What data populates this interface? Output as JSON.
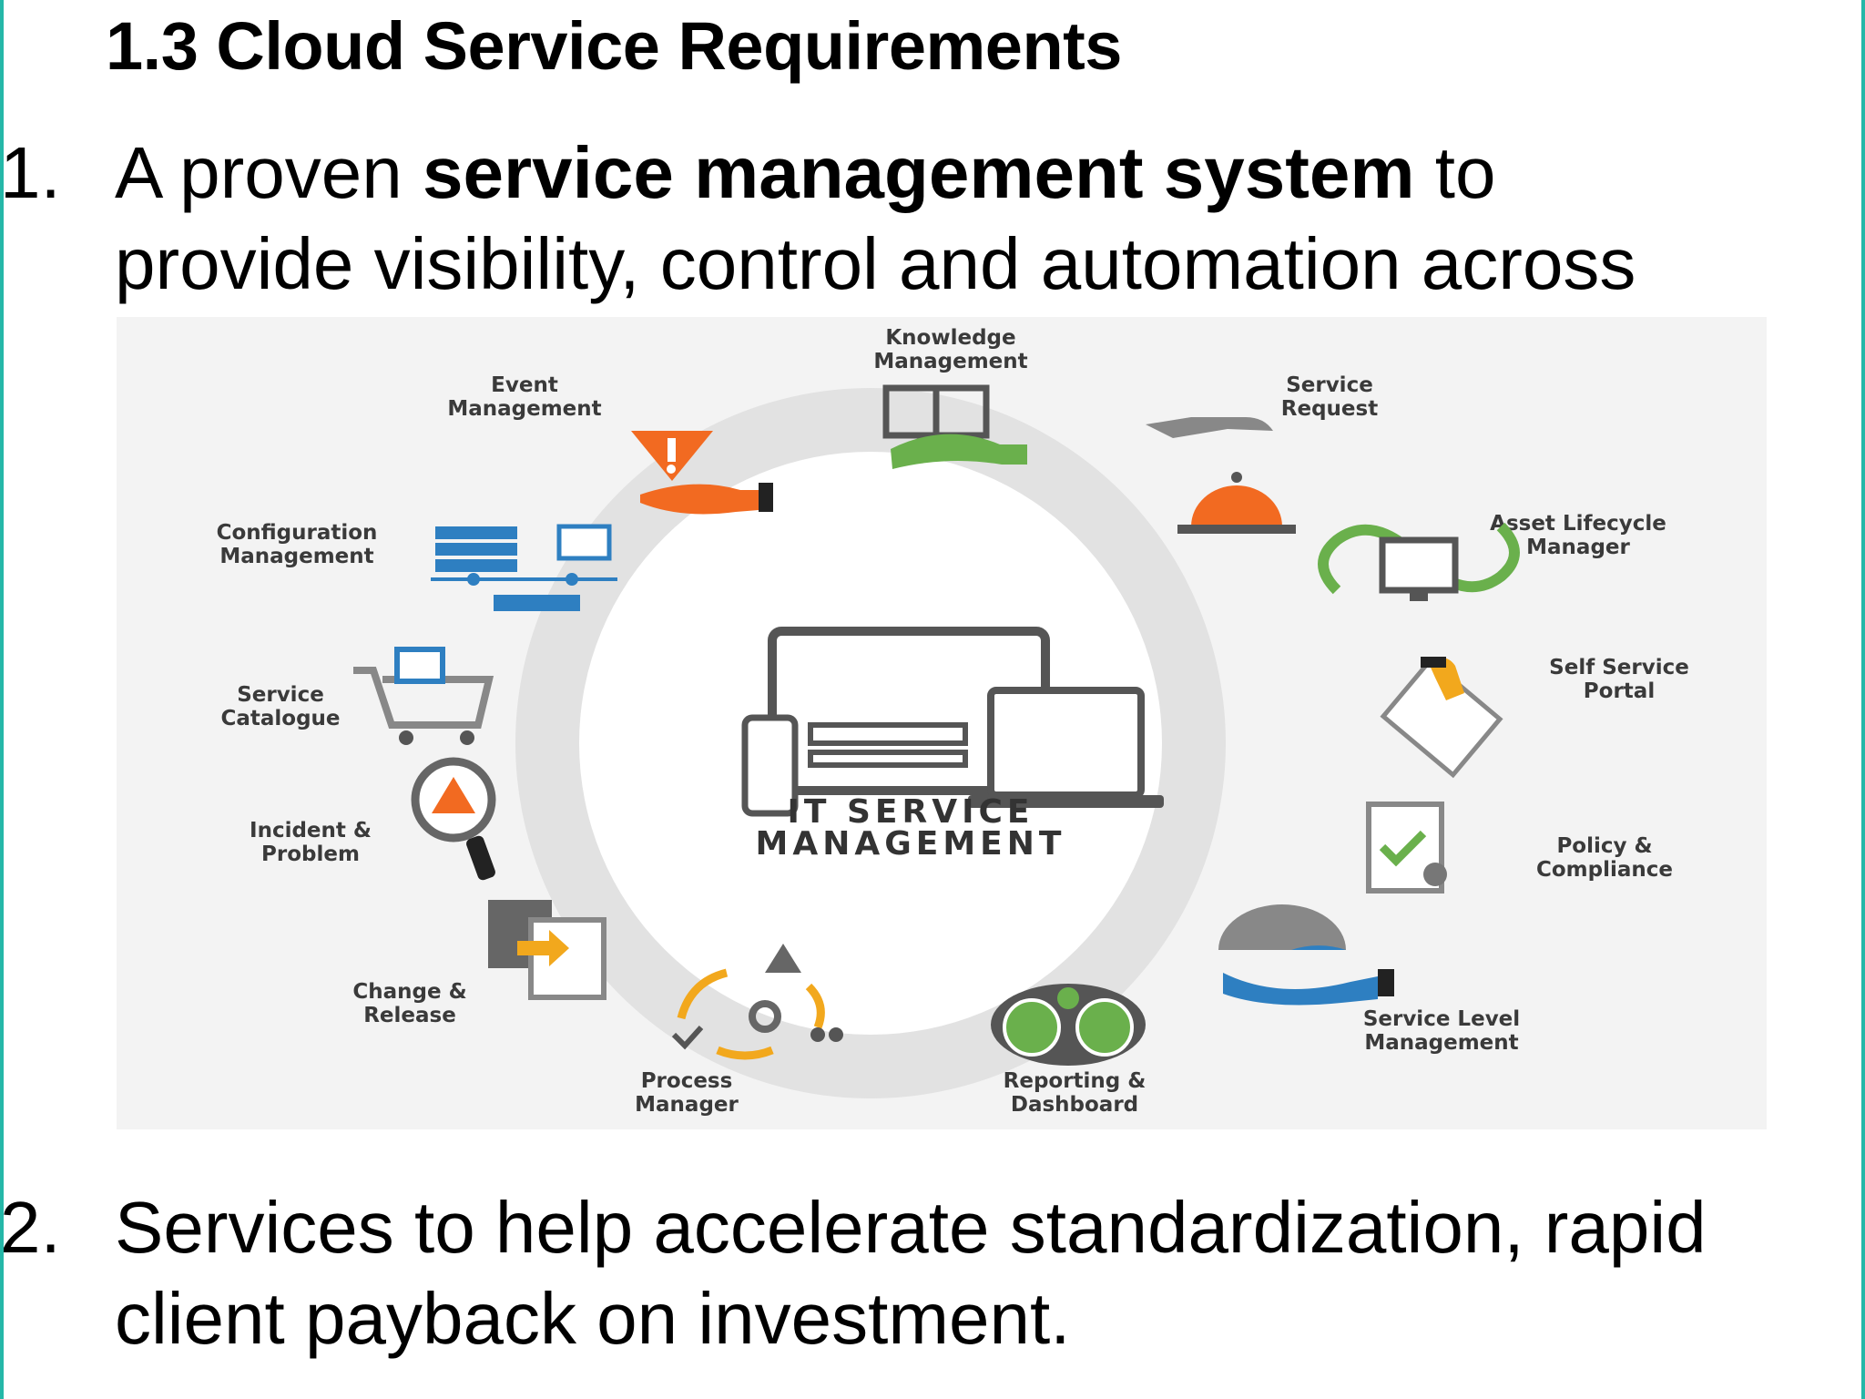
{
  "slide": {
    "title": "1.3 Cloud Service Requirements",
    "points": [
      {
        "num": "1.",
        "line1_pre": "A proven ",
        "line1_bold": "service management system",
        "line1_post": " to",
        "line2": "provide visibility, control and automation across"
      },
      {
        "num": "2.",
        "line1": "Services to help accelerate standardization, rapid",
        "line2": "client payback on investment."
      }
    ]
  },
  "diagram": {
    "center": {
      "line1": "IT SERVICE",
      "line2": "MANAGEMENT"
    },
    "nodes": [
      {
        "line1": "Knowledge",
        "line2": "Management",
        "icon": "open-book-icon"
      },
      {
        "line1": "Service",
        "line2": "Request",
        "icon": "service-bell-icon"
      },
      {
        "line1": "Asset Lifecycle",
        "line2": "Manager",
        "icon": "lifecycle-monitor-icon"
      },
      {
        "line1": "Self Service",
        "line2": "Portal",
        "icon": "hand-document-icon"
      },
      {
        "line1": "Policy &",
        "line2": "Compliance",
        "icon": "certificate-check-icon"
      },
      {
        "line1": "Service Level",
        "line2": "Management",
        "icon": "gauge-hand-icon"
      },
      {
        "line1": "Reporting &",
        "line2": "Dashboard",
        "icon": "dashboard-gauges-icon"
      },
      {
        "line1": "Process",
        "line2": "Manager",
        "icon": "process-cycle-icon"
      },
      {
        "line1": "Change &",
        "line2": "Release",
        "icon": "change-documents-icon"
      },
      {
        "line1": "Incident &",
        "line2": "Problem",
        "icon": "alert-magnifier-icon"
      },
      {
        "line1": "Service",
        "line2": "Catalogue",
        "icon": "shopping-cart-icon"
      },
      {
        "line1": "Configuration",
        "line2": "Management",
        "icon": "network-servers-icon"
      },
      {
        "line1": "Event",
        "line2": "Management",
        "icon": "warning-hand-icon"
      }
    ],
    "colors": {
      "orange": "#f26a21",
      "green": "#6ab04c",
      "blue": "#2e7fc1",
      "yellow": "#f2a81d",
      "gray": "#777777"
    }
  }
}
